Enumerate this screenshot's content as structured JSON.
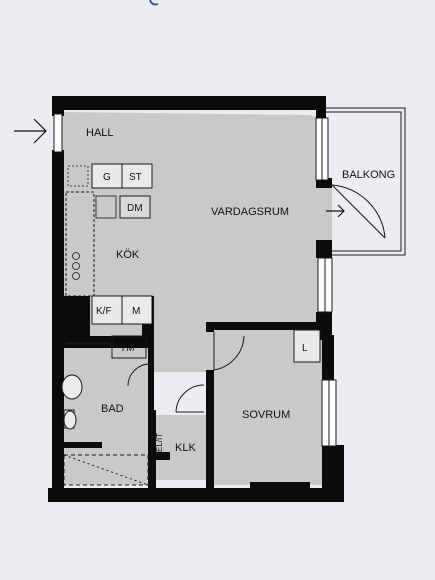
{
  "plan": {
    "rooms": {
      "hall": "HALL",
      "vardagsrum": "VARDAGSRUM",
      "kok": "KÖK",
      "balkong": "BALKONG",
      "bad": "BAD",
      "sovrum": "SOVRUM",
      "klk": "KLK"
    },
    "fixtures": {
      "g": "G",
      "st": "ST",
      "dm": "DM",
      "kf": "K/F",
      "m": "M",
      "tm": "TM",
      "l": "L",
      "elit": "EL/IT"
    },
    "colors": {
      "wall": "#0b0b0b",
      "floor": "#c9c9c9",
      "background": "#ecedf0",
      "line": "#1a1a1a"
    }
  }
}
